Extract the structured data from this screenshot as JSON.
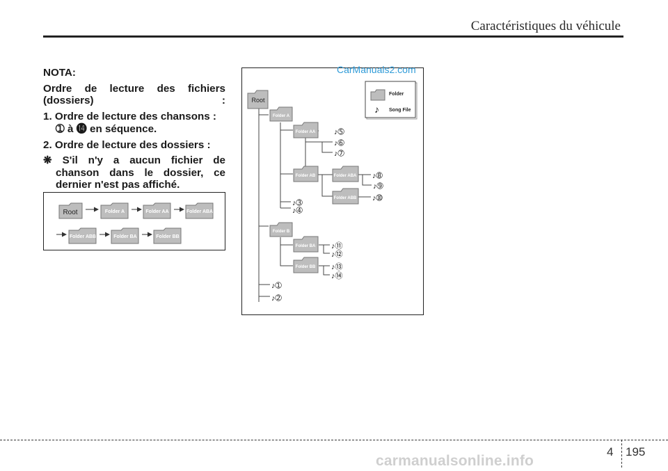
{
  "header": {
    "title": "Caractéristiques du véhicule"
  },
  "note": {
    "label": "NOTA:",
    "intro": "Ordre de lecture des fichiers (dossiers) :",
    "item1": "1. Ordre de lecture des chansons :",
    "item1_detail": "➀ à ⓮ en séquence.",
    "item2": "2. Ordre de lecture des dossiers :",
    "footnote": "❋ S'il n'y a aucun fichier de chanson dans le dossier, ce dernier n'est pas affiché."
  },
  "sequence": [
    "Root",
    "Folder A",
    "Folder AA",
    "Folder ABA",
    "Folder ABB",
    "Folder BA",
    "Folder BB"
  ],
  "tree": {
    "root": "Root",
    "folder_a": "Folder A",
    "folder_aa": "Folder AA",
    "folder_ab": "Folder AB",
    "folder_aba": "Folder ABA",
    "folder_abb": "Folder ABB",
    "folder_b": "Folder B",
    "folder_ba": "Folder BA",
    "folder_bb": "Folder BB",
    "songs": {
      "s1": "➀",
      "s2": "➁",
      "s3": "➂",
      "s4": "➃",
      "s5": "➄",
      "s6": "➅",
      "s7": "➆",
      "s8": "➇",
      "s9": "➈",
      "s10": "➉",
      "s11": "⑪",
      "s12": "⑫",
      "s13": "⑬",
      "s14": "⑭"
    },
    "legend": {
      "folder": "Folder",
      "song": "Song File"
    }
  },
  "watermark": "CarManuals2.com",
  "footer": {
    "chapter": "4",
    "page": "195",
    "site": "carmanualsonline.info"
  },
  "colors": {
    "folder_fill": "#bdbdbd",
    "folder_stroke": "#777777",
    "watermark": "#2f9bd8"
  }
}
